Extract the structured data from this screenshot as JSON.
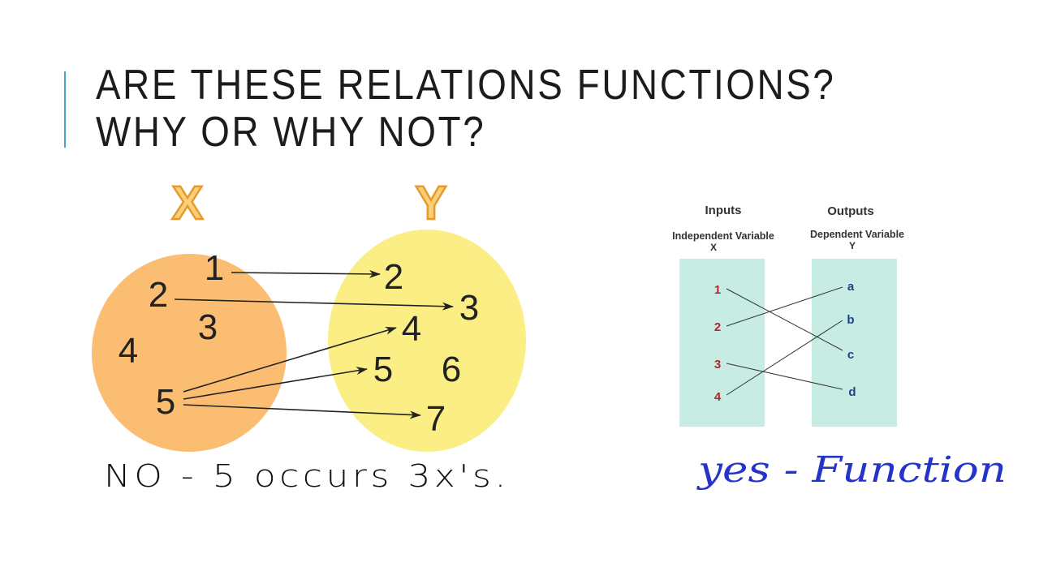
{
  "slide": {
    "title": "Are these relations functions? Why or why not?"
  },
  "venn": {
    "domain_label": "X",
    "range_label": "Y",
    "domain": [
      "1",
      "2",
      "3",
      "4",
      "5"
    ],
    "range": [
      "2",
      "3",
      "4",
      "5",
      "6",
      "7"
    ],
    "mappings": [
      [
        "1",
        "2"
      ],
      [
        "2",
        "3"
      ],
      [
        "5",
        "4"
      ],
      [
        "5",
        "5"
      ],
      [
        "5",
        "7"
      ]
    ],
    "colors": {
      "domain_fill": "#fbbd72",
      "range_fill": "#fbee85",
      "label_color": "#f6b13e"
    },
    "answer": "NO - 5 occurs 3x's."
  },
  "mapping_diagram": {
    "inputs_heading": "Inputs",
    "outputs_heading": "Outputs",
    "inputs_sub": "Independent Variable",
    "outputs_sub": "Dependent Variable",
    "inputs_var": "X",
    "outputs_var": "Y",
    "inputs": [
      "1",
      "2",
      "3",
      "4"
    ],
    "outputs": [
      "a",
      "b",
      "c",
      "d"
    ],
    "mappings": [
      [
        "1",
        "c"
      ],
      [
        "2",
        "a"
      ],
      [
        "3",
        "d"
      ],
      [
        "4",
        "b"
      ]
    ],
    "colors": {
      "column_fill": "#c6ece4",
      "input_text": "#b3262a",
      "output_text": "#1d3f8f"
    },
    "answer": "yes - Function"
  }
}
